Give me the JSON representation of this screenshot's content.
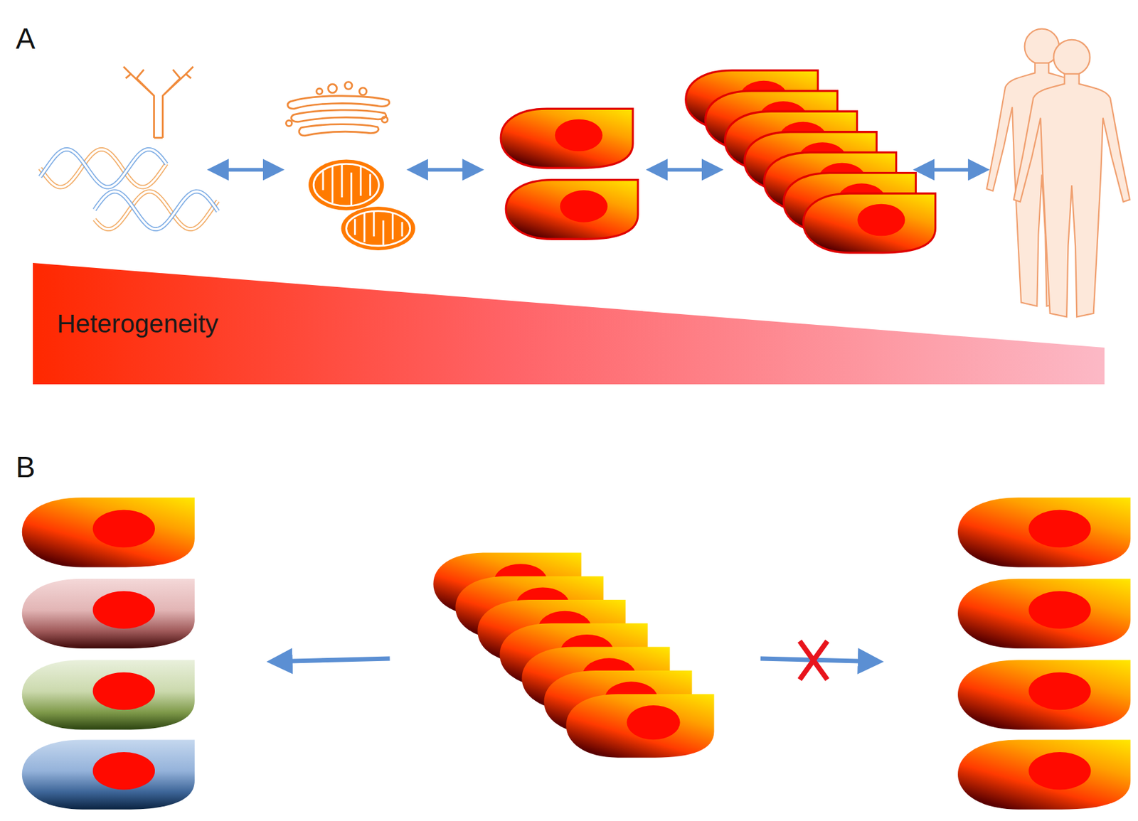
{
  "diagram": {
    "nodes": [
      {
        "text": [
          "Heterogeneity"
        ]
      }
    ],
    "labels": [
      "A",
      "B"
    ]
  }
}
